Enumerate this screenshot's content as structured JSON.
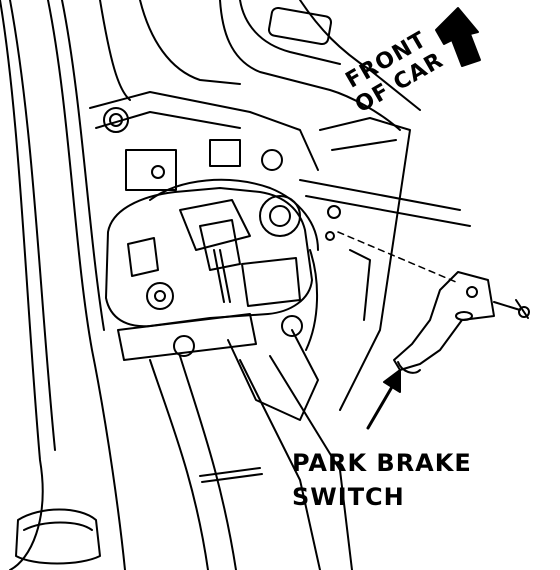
{
  "labels": {
    "front_line1": "FRONT",
    "front_line2": "OF CAR",
    "switch_line1": "PARK BRAKE",
    "switch_line2": "SWITCH"
  },
  "colors": {
    "ink": "#000000",
    "paper": "#ffffff"
  }
}
